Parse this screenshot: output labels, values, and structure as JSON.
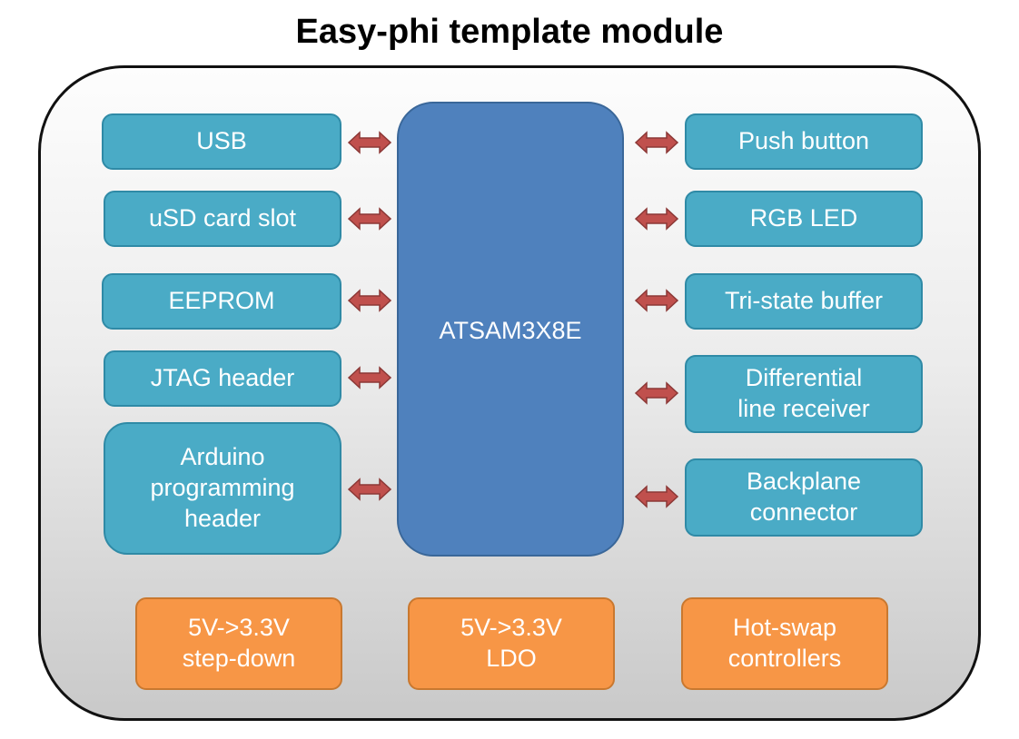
{
  "title": "Easy-phi template module",
  "mcu": {
    "label": "ATSAM3X8E"
  },
  "left_peripherals": [
    {
      "label": "USB"
    },
    {
      "label": "uSD card slot"
    },
    {
      "label": "EEPROM"
    },
    {
      "label": "JTAG header"
    },
    {
      "label": "Arduino\nprogramming\nheader"
    }
  ],
  "right_peripherals": [
    {
      "label": "Push button"
    },
    {
      "label": "RGB LED"
    },
    {
      "label": "Tri-state buffer"
    },
    {
      "label": "Differential\nline receiver"
    },
    {
      "label": "Backplane\nconnector"
    }
  ],
  "power_blocks": [
    {
      "label": "5V->3.3V\nstep-down"
    },
    {
      "label": "5V->3.3V\nLDO"
    },
    {
      "label": "Hot-swap\ncontrollers"
    }
  ],
  "colors": {
    "peripheral": "#4aabc6",
    "mcu": "#4f81bd",
    "power": "#f79646",
    "arrow": "#c0504d"
  }
}
